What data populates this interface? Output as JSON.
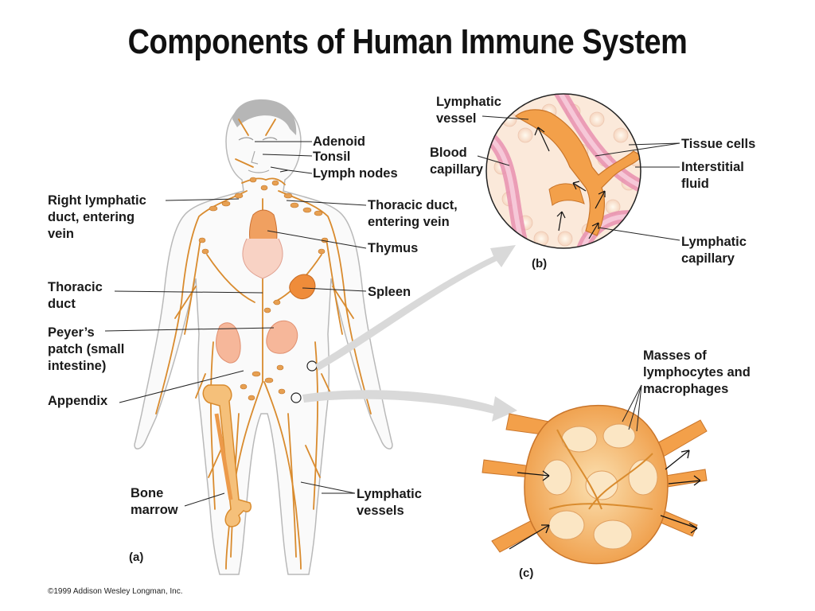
{
  "title": "Components of Human Immune System",
  "labels": {
    "adenoid": "Adenoid",
    "tonsil": "Tonsil",
    "lymph_nodes": "Lymph nodes",
    "right_lymphatic_duct": "Right lymphatic\nduct, entering\nvein",
    "thoracic_duct_vein": "Thoracic duct,\nentering vein",
    "thymus": "Thymus",
    "thoracic_duct": "Thoracic\nduct",
    "spleen": "Spleen",
    "peyers_patch": "Peyer’s\npatch (small\nintestine)",
    "appendix": "Appendix",
    "bone_marrow": "Bone\nmarrow",
    "lymphatic_vessels": "Lymphatic\nvessels",
    "lymphatic_vessel": "Lymphatic\nvessel",
    "blood_capillary": "Blood\ncapillary",
    "tissue_cells": "Tissue cells",
    "interstitial_fluid": "Interstitial\nfluid",
    "lymphatic_capillary": "Lymphatic\ncapillary",
    "masses": "Masses of\nlymphocytes and\nmacrophages"
  },
  "captions": {
    "a": "(a)",
    "b": "(b)",
    "c": "(c)"
  },
  "copyright": "©1999 Addison Wesley Longman, Inc.",
  "colors": {
    "lymph": "#d98b2e",
    "organ": "#f0a060",
    "node_body": "#f5c27a",
    "capillary_pink": "#e890b0"
  }
}
